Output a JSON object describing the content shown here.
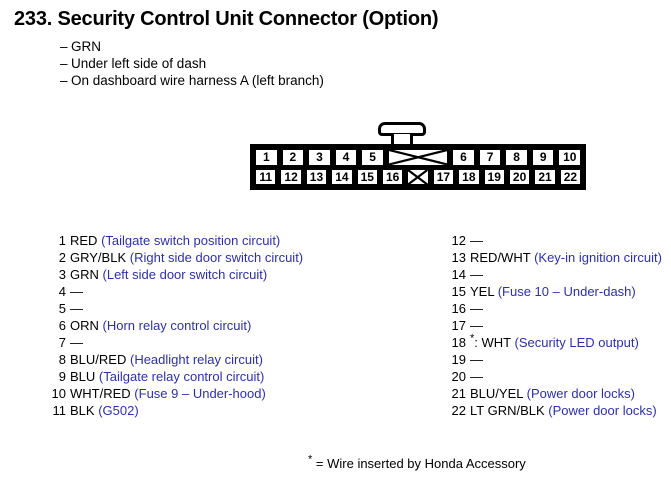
{
  "header": {
    "title": "233. Security Control Unit Connector (Option)",
    "notes": [
      "GRN",
      "Under left side of dash",
      "On dashboard wire harness A (left branch)"
    ],
    "note_dash": "–"
  },
  "connector": {
    "top_row": [
      "1",
      "2",
      "3",
      "4",
      "5",
      "",
      "6",
      "7",
      "8",
      "9",
      "10"
    ],
    "bottom_row": [
      "11",
      "12",
      "13",
      "14",
      "15",
      "16",
      "",
      "17",
      "18",
      "19",
      "20",
      "21",
      "22"
    ],
    "blank_top_index": 5,
    "blank_bottom_index": 6,
    "latch_label": "connector-latch"
  },
  "pins": {
    "left": [
      {
        "num": "1",
        "star": "",
        "color": "RED",
        "desc": "(Tailgate switch position circuit)",
        "empty": ""
      },
      {
        "num": "2",
        "star": "",
        "color": "GRY/BLK",
        "desc": "(Right side door switch circuit)",
        "empty": ""
      },
      {
        "num": "3",
        "star": "",
        "color": "GRN",
        "desc": "(Left side door switch circuit)",
        "empty": ""
      },
      {
        "num": "4",
        "star": "",
        "color": "",
        "desc": "",
        "empty": "—"
      },
      {
        "num": "5",
        "star": "",
        "color": "",
        "desc": "",
        "empty": "—"
      },
      {
        "num": "6",
        "star": "",
        "color": "ORN",
        "desc": "(Horn relay control circuit)",
        "empty": ""
      },
      {
        "num": "7",
        "star": "",
        "color": "",
        "desc": "",
        "empty": "—"
      },
      {
        "num": "8",
        "star": "",
        "color": "BLU/RED",
        "desc": "(Headlight relay circuit)",
        "empty": ""
      },
      {
        "num": "9",
        "star": "",
        "color": "BLU",
        "desc": "(Tailgate relay control circuit)",
        "empty": ""
      },
      {
        "num": "10",
        "star": "",
        "color": "WHT/RED",
        "desc": "(Fuse 9 – Under-hood)",
        "empty": ""
      },
      {
        "num": "11",
        "star": "",
        "color": "BLK",
        "desc": "(G502)",
        "empty": ""
      }
    ],
    "right": [
      {
        "num": "12",
        "star": "",
        "color": "",
        "desc": "",
        "empty": "—"
      },
      {
        "num": "13",
        "star": "",
        "color": "RED/WHT",
        "desc": "(Key-in ignition circuit)",
        "empty": ""
      },
      {
        "num": "14",
        "star": "",
        "color": "",
        "desc": "",
        "empty": "—"
      },
      {
        "num": "15",
        "star": "",
        "color": "YEL",
        "desc": "(Fuse 10 – Under-dash)",
        "empty": ""
      },
      {
        "num": "16",
        "star": "",
        "color": "",
        "desc": "",
        "empty": "—"
      },
      {
        "num": "17",
        "star": "",
        "color": "",
        "desc": "",
        "empty": "—"
      },
      {
        "num": "18",
        "star": "*",
        "color": ": WHT",
        "desc": "(Security LED output)",
        "empty": ""
      },
      {
        "num": "19",
        "star": "",
        "color": "",
        "desc": "",
        "empty": "—"
      },
      {
        "num": "20",
        "star": "",
        "color": "",
        "desc": "",
        "empty": "—"
      },
      {
        "num": "21",
        "star": "",
        "color": "BLU/YEL",
        "desc": "(Power door locks)",
        "empty": ""
      },
      {
        "num": "22",
        "star": "",
        "color": "LT GRN/BLK",
        "desc": "(Power door locks)",
        "empty": ""
      }
    ]
  },
  "footnote": {
    "star": "*",
    "text": "= Wire inserted by Honda Accessory"
  },
  "colors": {
    "description_blue": "#2d30a4",
    "text_black": "#000000",
    "background": "#ffffff"
  }
}
